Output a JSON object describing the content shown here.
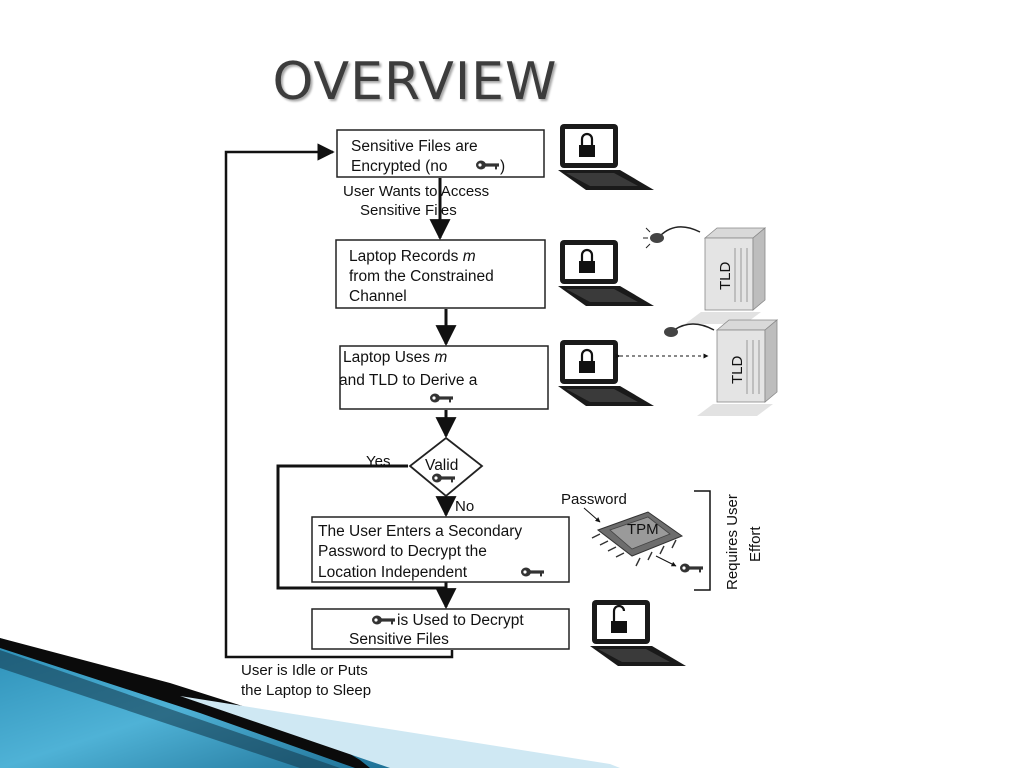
{
  "slide": {
    "title": "OVERVIEW"
  },
  "flow": {
    "step1": {
      "line1": "Sensitive Files are",
      "line2_prefix": "Encrypted (no",
      "line2_suffix": ")"
    },
    "edge1": {
      "line1": "User Wants to Access",
      "line2": "Sensitive Files"
    },
    "step2": {
      "line1_prefix": "Laptop Records ",
      "line1_var": "m",
      "line2": "from the Constrained",
      "line3": "Channel"
    },
    "step3": {
      "line1_prefix": "Laptop Uses ",
      "line1_var": "m",
      "line2": "and TLD to Derive a"
    },
    "decision": {
      "label": "Valid",
      "yes": "Yes",
      "no": "No"
    },
    "step4": {
      "line1": "The User Enters a Secondary",
      "line2": "Password to Decrypt the",
      "line3": "Location Independent"
    },
    "step5": {
      "line1": "is Used to Decrypt",
      "line2": "Sensitive Files"
    },
    "loop": {
      "line1": "User is Idle or Puts",
      "line2": "the Laptop to Sleep"
    }
  },
  "side": {
    "tld_label": "TLD",
    "tpm_label": "TPM",
    "password_label": "Password",
    "effort_line1": "Requires User",
    "effort_line2": "Effort"
  },
  "colors": {
    "accent_dark": "#0d4f6b",
    "accent_light": "#3fa3c7",
    "ink": "#111111"
  }
}
